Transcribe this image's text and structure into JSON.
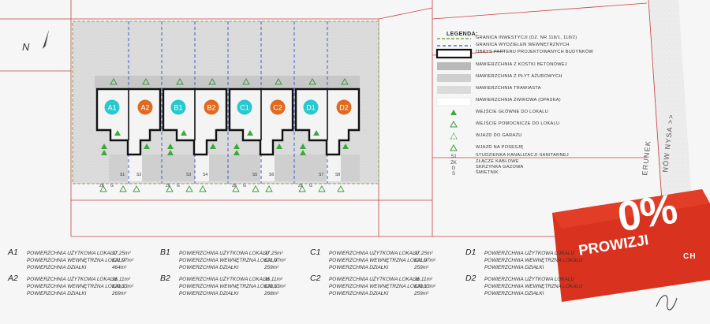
{
  "north": {
    "label": "N"
  },
  "road": {
    "label_a": "ERUNEK",
    "label_b": "NÓW NYSA >>",
    "label_c": "CH"
  },
  "units": [
    {
      "code": "A1",
      "color": "#27c9cf"
    },
    {
      "code": "A2",
      "color": "#e06a1f"
    },
    {
      "code": "B1",
      "color": "#27c9cf"
    },
    {
      "code": "B2",
      "color": "#e06a1f"
    },
    {
      "code": "C1",
      "color": "#27c9cf"
    },
    {
      "code": "C2",
      "color": "#e06a1f"
    },
    {
      "code": "D1",
      "color": "#27c9cf"
    },
    {
      "code": "D2",
      "color": "#e06a1f"
    }
  ],
  "plan_labels": {
    "small": [
      "ZK",
      "G",
      "S1",
      "S2",
      "ZK",
      "G",
      "S3",
      "S4",
      "ZK",
      "G",
      "S5",
      "S6",
      "ZK",
      "G",
      "S7",
      "S8"
    ]
  },
  "legend": {
    "title": "LEGENDA:",
    "items": [
      {
        "label": "GRANICA INWESTYCJI (DZ. NR 118/1, 118/2)"
      },
      {
        "label": "GRANICA WYDZIELEŃ WEWNĘTRZNYCH"
      },
      {
        "label": "OBRYS PARTERU PROJEKTOWANYCH BUDYNKÓW"
      },
      {
        "label": "NAWIERZCHNIA Z KOSTKI BETONOWEJ"
      },
      {
        "label": "NAWIERZCHNIA Z PŁYT AŻUROWYCH"
      },
      {
        "label": "NAWIERZCHNIA TRAWIASTA"
      },
      {
        "label": "NAWIERZCHNIA ŻWIROWA (OPASKA)"
      },
      {
        "label": "WEJŚCIE GŁÓWNE DO LOKALU"
      },
      {
        "label": "WEJŚCIE POMOCNICZE DO LOKALU"
      },
      {
        "label": "WJAZD DO GARAŻU"
      },
      {
        "label": "WJAZD NA POSESJĘ"
      },
      {
        "label": "STUDZIENKA KANALIZACJI SANITARNEJ",
        "sym": "S1"
      },
      {
        "label": "ZŁĄCZE KABLOWE",
        "sym": "ZK"
      },
      {
        "label": "SKRZYNKA GAZOWA",
        "sym": "G"
      },
      {
        "label": "ŚMIETNIK",
        "sym": "S"
      }
    ]
  },
  "table": {
    "row_labels": [
      "POWIERZCHNIA UŻYTKOWA LOKALU",
      "POWIERZCHNIA WEWNĘTRZNA LOKALU",
      "POWIERZCHNIA DZIAŁKI"
    ],
    "entries": [
      {
        "code": "A1",
        "values": [
          "97,25m²",
          "121,97m²",
          "464m²"
        ]
      },
      {
        "code": "B1",
        "values": [
          "97,25m²",
          "121,97m²",
          "259m²"
        ]
      },
      {
        "code": "C1",
        "values": [
          "97,25m²",
          "121,97m²",
          "259m²"
        ]
      },
      {
        "code": "D1",
        "values": [
          "",
          "",
          ""
        ]
      },
      {
        "code": "A2",
        "values": [
          "96,11m²",
          "120,13m²",
          "269m²"
        ]
      },
      {
        "code": "B2",
        "values": [
          "96,11m²",
          "120,13m²",
          "268m²"
        ]
      },
      {
        "code": "C2",
        "values": [
          "96,11m²",
          "120,13m²",
          "259m²"
        ]
      },
      {
        "code": "D2",
        "values": [
          "",
          "",
          ""
        ]
      }
    ]
  },
  "badge": {
    "big": "0%",
    "sub": "PROWIZJI",
    "color": "#d9321e"
  }
}
